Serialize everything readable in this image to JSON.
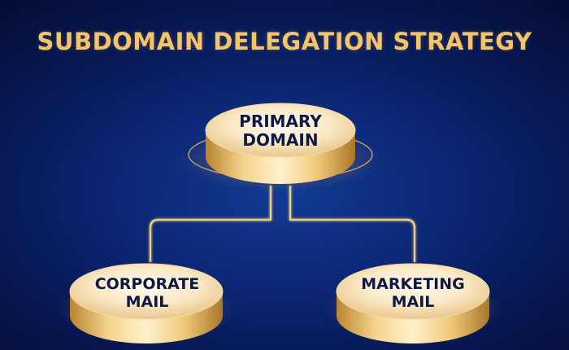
{
  "title": "SUBDOMAIN DELEGATION STRATEGY",
  "nodes": {
    "primary": {
      "line1": "PRIMARY",
      "line2": "DOMAIN"
    },
    "corporate": {
      "line1": "CORPORATE",
      "line2": "MAIL"
    },
    "marketing": {
      "line1": "MARKETING",
      "line2": "MAIL"
    }
  },
  "edges": [
    {
      "from": "primary",
      "to": "corporate"
    },
    {
      "from": "primary",
      "to": "marketing"
    }
  ],
  "colors": {
    "title": "#f3c46a",
    "node_label": "#0e1a45",
    "connector": "#f2cf7a",
    "background": "#0b2470"
  }
}
